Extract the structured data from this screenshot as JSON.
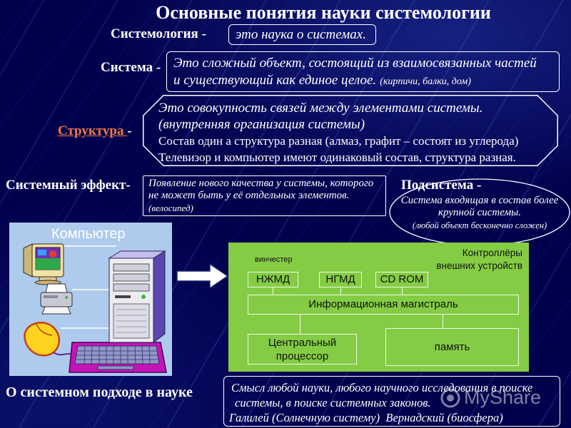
{
  "slide": {
    "title": "Основные понятия науки системологии",
    "background_color": "#00004c",
    "text_color": "#ffffff",
    "link_color": "#f07848"
  },
  "systemology": {
    "term": "Системология -",
    "definition": "это наука о системах."
  },
  "system": {
    "term": "Система -",
    "definition_lines": [
      "Это сложный объект, состоящий из взаимосвязанных частей",
      "и существующий как единое целое."
    ],
    "example": "(кирпичи, балки, дом)"
  },
  "structure": {
    "term": "Структура ",
    "term_suffix": "-",
    "definition_lines": [
      "Это совокупность связей между элементами системы.",
      "(внутренняя организация системы)"
    ],
    "example_lines": [
      "Состав один а структура разная (алмаз, графит – состоят из углерода)",
      "Телевизор и компьютер имеют одинаковый состав, структура разная."
    ]
  },
  "system_effect": {
    "term": "Системный эффект-",
    "definition_lines": [
      "Появление нового качества у системы, которого",
      "не может быть у её отдельных элементов."
    ],
    "example": "(велосипед)"
  },
  "subsystem": {
    "term": "Подсистема -",
    "definition_lines": [
      "Система входящая в состав более",
      "крупной системы."
    ],
    "note": "(любой объект бесконечно сложен)"
  },
  "computer_picture": {
    "label": "Компьютер",
    "background_color": "#aecbee",
    "icons": [
      "monitor-icon",
      "printer-icon",
      "mouse-icon",
      "keyboard-icon",
      "system-unit-icon"
    ]
  },
  "computer_diagram": {
    "fill_color": "#84cc44",
    "hdd_caption": "винчестер",
    "controllers_caption": [
      "Контроллёры",
      "внешних устройств"
    ],
    "drives": [
      "НЖМД",
      "НГМД",
      "CD ROM"
    ],
    "bus": "Информационная магистраль",
    "cpu_lines": [
      "Центральный",
      "процессор"
    ],
    "memory": "память"
  },
  "scientific_approach": {
    "heading": "О системном подходе в науке",
    "lines": [
      "Смысл любой науки, любого научного исследования в поиске",
      "системы, в поиске системных законов.",
      "Галилей (Солнечную систему)  Вернадский (биосфера)"
    ]
  },
  "watermark": "MyShare"
}
